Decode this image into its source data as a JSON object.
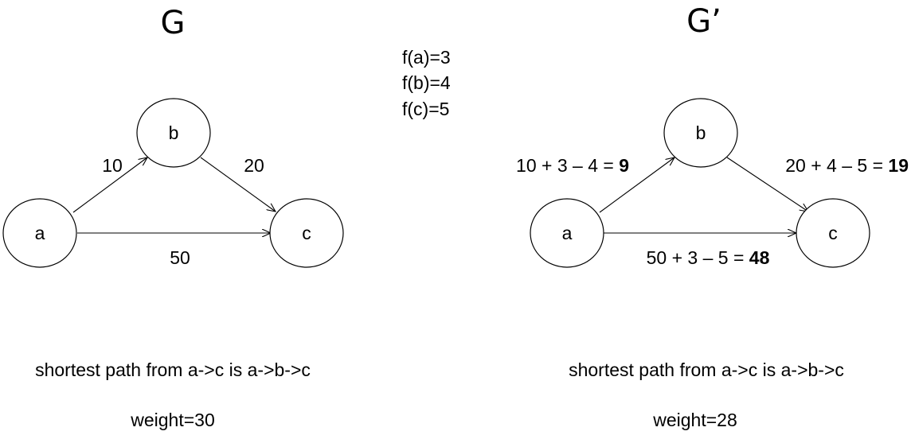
{
  "left_graph": {
    "title": "G",
    "nodes": {
      "a": "a",
      "b": "b",
      "c": "c"
    },
    "edges": {
      "ab": "10",
      "bc": "20",
      "ac": "50"
    },
    "caption": "shortest path from a->c is a->b->c",
    "weight": "weight=30"
  },
  "potentials": {
    "fa": "f(a)=3",
    "fb": "f(b)=4",
    "fc": "f(c)=5"
  },
  "right_graph": {
    "title": "G’",
    "nodes": {
      "a": "a",
      "b": "b",
      "c": "c"
    },
    "edges": {
      "ab_expr": "10 + 3 – 4 = ",
      "ab_result": "9",
      "bc_expr": "20 + 4 – 5 = ",
      "bc_result": "19",
      "ac_expr": "50 + 3 – 5 = ",
      "ac_result": "48"
    },
    "caption": "shortest path from a->c is a->b->c",
    "weight": "weight=28"
  }
}
